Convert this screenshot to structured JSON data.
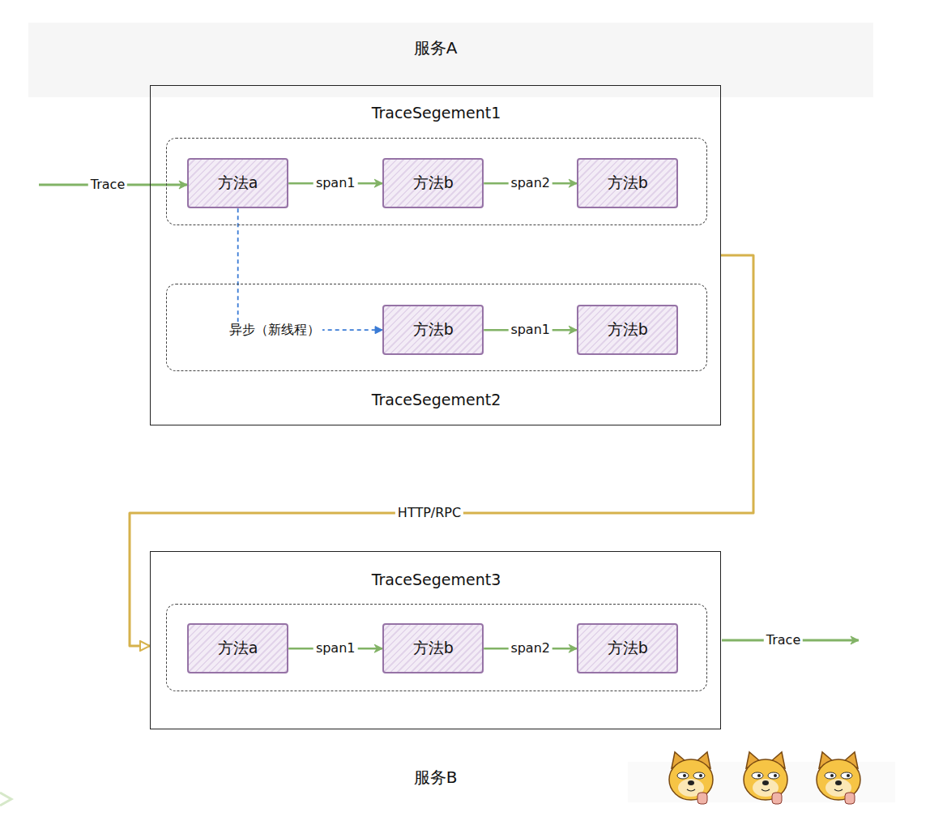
{
  "diagram": {
    "nodes": [
      {
        "text": [
          "服务A"
        ]
      },
      {
        "text": [
          "TraceSegement1"
        ],
        "in": 0
      },
      {
        "text": [
          "方法a"
        ],
        "in": 1
      },
      {
        "text": [
          "方法b"
        ],
        "in": 1
      },
      {
        "text": [
          "方法b"
        ],
        "in": 1
      },
      {
        "text": [
          "TraceSegement2"
        ],
        "in": 0
      },
      {
        "text": [
          "方法b"
        ],
        "in": 5
      },
      {
        "text": [
          "方法b"
        ],
        "in": 5
      },
      {
        "text": [
          "服务B"
        ]
      },
      {
        "text": [
          "TraceSegement3"
        ],
        "in": 8
      },
      {
        "text": [
          "方法a"
        ],
        "in": 9
      },
      {
        "text": [
          "方法b"
        ],
        "in": 9
      },
      {
        "text": [
          "方法b"
        ],
        "in": 9
      }
    ],
    "edges": [
      {
        "from": 2,
        "to": 3,
        "label": "span1",
        "arrow": "to"
      },
      {
        "from": 3,
        "to": 4,
        "label": "span2",
        "arrow": "to"
      },
      {
        "from": 2,
        "to": 6,
        "label": "异步（新线程）",
        "arrow": "to"
      },
      {
        "from": 6,
        "to": 7,
        "label": "span1",
        "arrow": "to"
      },
      {
        "from": 0,
        "to": 8,
        "label": "HTTP/RPC",
        "arrow": "to"
      },
      {
        "from": 10,
        "to": 11,
        "label": "span1",
        "arrow": "to"
      },
      {
        "from": 11,
        "to": 12,
        "label": "span2",
        "arrow": "to"
      }
    ],
    "labels": [
      "Trace",
      "Trace"
    ]
  }
}
